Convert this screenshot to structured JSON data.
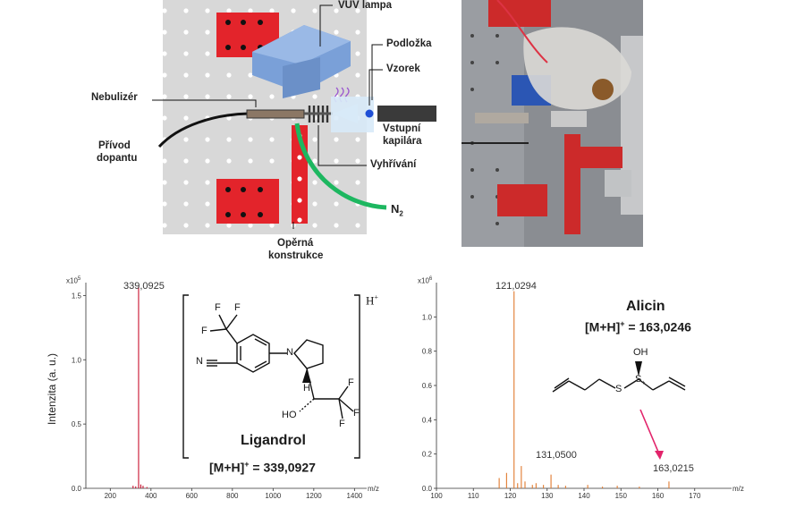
{
  "diagram": {
    "labels": {
      "vuv_lamp": "VUV lampa",
      "substrate": "Podložka",
      "sample": "Vzorek",
      "nebulizer": "Nebulizér",
      "dopant_inlet_line1": "Přívod",
      "dopant_inlet_line2": "dopantu",
      "inlet_capillary_line1": "Vstupní",
      "inlet_capillary_line2": "kapilára",
      "heating": "Vyhřívání",
      "n2": "N",
      "n2_sub": "2",
      "support_line1": "Opěrná",
      "support_line2": "konstrukce"
    },
    "colors": {
      "frame_red": "#e3242b",
      "lamp_blue": "#7aa0d8",
      "tube_green": "#1db760",
      "plate_gray": "#d8d8d8"
    }
  },
  "spectrum_left": {
    "ylabel": "Intenzita (a. u.)",
    "scale_label": "x10",
    "scale_exp": "5",
    "xunit": "m/z",
    "peak_label": "339,0925",
    "compound_name": "Ligandrol",
    "ion_formula_prefix": "[M+H]",
    "ion_formula_sup": "+",
    "ion_formula_value": " = 339,0927",
    "bracket_charge": "H",
    "bracket_charge_sup": "+",
    "color": "#c8102e"
  },
  "spectrum_right": {
    "scale_label": "x10",
    "scale_exp": "6",
    "xunit": "m/z",
    "compound_name": "Alicin",
    "ion_formula_prefix": "[M+H]",
    "ion_formula_sup": "+",
    "ion_formula_value": " = 163,0246",
    "peak_labels": {
      "main": "121,0294",
      "second": "131,0500",
      "target": "163,0215"
    },
    "color": "#e07a2e"
  },
  "molecule_labels": {
    "F": "F",
    "N": "N",
    "H": "H",
    "HO": "HO",
    "S": "S",
    "OH": "OH",
    "Splus": "S",
    "plus": "+"
  },
  "chart_data": [
    {
      "type": "line",
      "title": "",
      "xlabel": "m/z",
      "ylabel": "Intenzita (a. u.)",
      "xlim": [
        80,
        1460
      ],
      "ylim": [
        0,
        1.6
      ],
      "y_scale_note": "x10^5",
      "x_ticks": [
        200,
        400,
        600,
        800,
        1000,
        1200,
        1400
      ],
      "y_ticks": [
        0.0,
        0.5,
        1.0,
        1.5
      ],
      "x_tick_labels": [
        "200",
        "400",
        "600",
        "800",
        "1000",
        "1200",
        "1400"
      ],
      "y_tick_labels": [
        "0.0",
        "0.5",
        "1.0",
        "1.5"
      ],
      "peaks": [
        {
          "x": 339.0925,
          "y": 1.57,
          "label": "339,0925"
        },
        {
          "x": 312,
          "y": 0.02
        },
        {
          "x": 325,
          "y": 0.015
        },
        {
          "x": 350,
          "y": 0.03
        },
        {
          "x": 361,
          "y": 0.02
        },
        {
          "x": 380,
          "y": 0.01
        }
      ]
    },
    {
      "type": "line",
      "title": "",
      "xlabel": "m/z",
      "ylabel": "",
      "xlim": [
        100,
        180
      ],
      "ylim": [
        0,
        1.2
      ],
      "y_scale_note": "x10^6",
      "x_ticks": [
        100,
        110,
        120,
        130,
        140,
        150,
        160,
        170
      ],
      "y_ticks": [
        0.0,
        0.2,
        0.4,
        0.6,
        0.8,
        1.0
      ],
      "x_tick_labels": [
        "100",
        "110",
        "120",
        "130",
        "140",
        "150",
        "160",
        "170"
      ],
      "y_tick_labels": [
        "0.0",
        "0.2",
        "0.4",
        "0.6",
        "0.8",
        "1.0"
      ],
      "peaks": [
        {
          "x": 121.0294,
          "y": 1.15,
          "label": "121,0294"
        },
        {
          "x": 117.0,
          "y": 0.06
        },
        {
          "x": 119.0,
          "y": 0.09
        },
        {
          "x": 122.0,
          "y": 0.03
        },
        {
          "x": 123.0,
          "y": 0.13
        },
        {
          "x": 124.0,
          "y": 0.04
        },
        {
          "x": 126.0,
          "y": 0.02
        },
        {
          "x": 127.0,
          "y": 0.03
        },
        {
          "x": 129.0,
          "y": 0.02
        },
        {
          "x": 131.05,
          "y": 0.08,
          "label": "131,0500"
        },
        {
          "x": 133.0,
          "y": 0.02
        },
        {
          "x": 135.0,
          "y": 0.015
        },
        {
          "x": 141.0,
          "y": 0.02
        },
        {
          "x": 145.0,
          "y": 0.01
        },
        {
          "x": 149.0,
          "y": 0.015
        },
        {
          "x": 155.0,
          "y": 0.01
        },
        {
          "x": 163.0215,
          "y": 0.04,
          "label": "163,0215"
        }
      ]
    }
  ]
}
